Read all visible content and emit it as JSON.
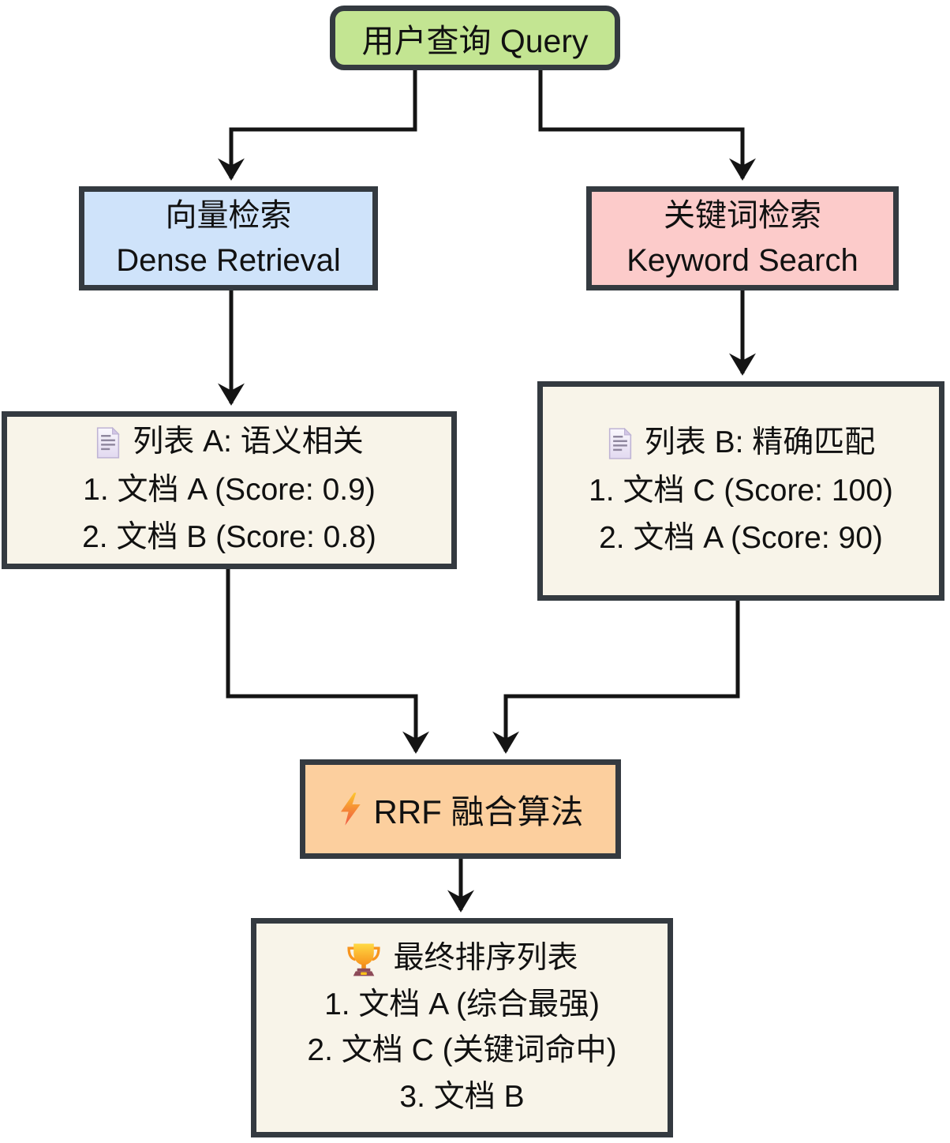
{
  "diagram": {
    "type": "flowchart",
    "nodes": {
      "query": {
        "label": "用户查询 Query"
      },
      "dense": {
        "line1": "向量检索",
        "line2": "Dense Retrieval"
      },
      "keyword": {
        "line1": "关键词检索",
        "line2": "Keyword Search"
      },
      "list_a": {
        "icon": "document-icon",
        "title": "列表 A: 语义相关",
        "items": [
          "1. 文档 A (Score: 0.9)",
          "2. 文档 B (Score: 0.8)"
        ]
      },
      "list_b": {
        "icon": "document-icon",
        "title": "列表 B: 精确匹配",
        "items": [
          "1. 文档 C (Score: 100)",
          "2. 文档 A (Score: 90)"
        ]
      },
      "rrf": {
        "icon": "lightning-icon",
        "label": "RRF 融合算法"
      },
      "final": {
        "icon": "trophy-icon",
        "title": "最终排序列表",
        "items": [
          "1. 文档 A (综合最强)",
          "2. 文档 C (关键词命中)",
          "3. 文档 B"
        ]
      }
    },
    "edges": [
      "query->dense",
      "query->keyword",
      "dense->list_a",
      "keyword->list_b",
      "list_a->rrf",
      "list_b->rrf",
      "rrf->final"
    ]
  },
  "colors": {
    "query_fill": "#c3e592",
    "dense_fill": "#cfe3fa",
    "keyword_fill": "#fccbca",
    "list_fill": "#f8f4e9",
    "rrf_fill": "#fccf9e",
    "node_border": "#343a40",
    "edge": "#141414",
    "text": "#111111"
  }
}
